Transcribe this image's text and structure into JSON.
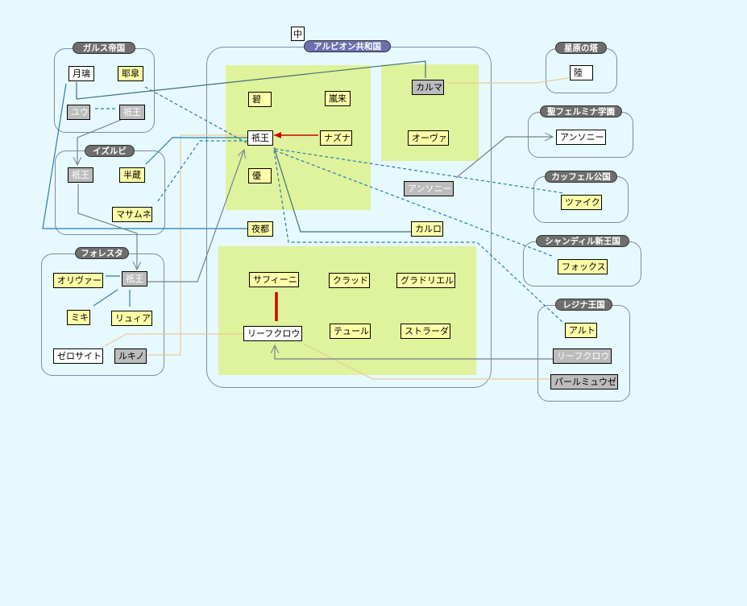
{
  "center_label": "中",
  "groups": {
    "galus": "ガルス帝国",
    "izurubi": "イズルビ",
    "foresta": "フォレスタ",
    "albion": "アルビオン共和国",
    "seigen": "星原の塔",
    "seifelmina": "聖フェルミナ学園",
    "kafferu": "カッフェル公国",
    "shandiru": "シャンディル新王国",
    "regina": "レジナ王国"
  },
  "nodes": {
    "galus_gekkou": "月璃",
    "galus_yako": "耶皐",
    "galus_yuu": "ユウ",
    "galus_gion": "祇王",
    "izu_gion": "祇王",
    "izu_hanzou": "半蔵",
    "izu_masamune": "マサムネ",
    "for_oliver": "オリヴァー",
    "for_gion": "祇王",
    "for_miki": "ミキ",
    "for_ryuia": "リュィア",
    "for_zerosite": "ゼロサイト",
    "for_rukino": "ルキノ",
    "alb_heki": "碧",
    "alb_ranrai": "嵐来",
    "alb_gion": "祇王",
    "alb_nazuna": "ナズナ",
    "alb_yuu": "優",
    "alb_yato": "夜都",
    "alb_karuma": "カルマ",
    "alb_ova": "オーヴァ",
    "alb_anthony": "アンソニー",
    "alb_karuro": "カルロ",
    "alb_safini": "サフィーニ",
    "alb_kurad": "クラッド",
    "alb_gradriel": "グラドリエル",
    "alb_leafcrow": "リーフクロウ",
    "alb_teuru": "テュール",
    "alb_strada": "ストラーダ",
    "sei_riku": "陸",
    "fel_anthony": "アンソニー",
    "kaf_tsaiku": "ツァイク",
    "sha_fox": "フォックス",
    "reg_aruto": "アルト",
    "reg_leafcrow": "リーフクロウ",
    "reg_pearl": "パールミュウゼ"
  },
  "colors": {
    "background": "#e6f9fe",
    "zone": "#dff29c",
    "node_yellow": "#ffffa8",
    "node_gray": "#bcbcbc",
    "line_teal": "#2a7fa8",
    "line_dark": "#40707a",
    "line_gray": "#7a8090",
    "line_orange": "#f0c898",
    "line_red": "#d00000"
  }
}
